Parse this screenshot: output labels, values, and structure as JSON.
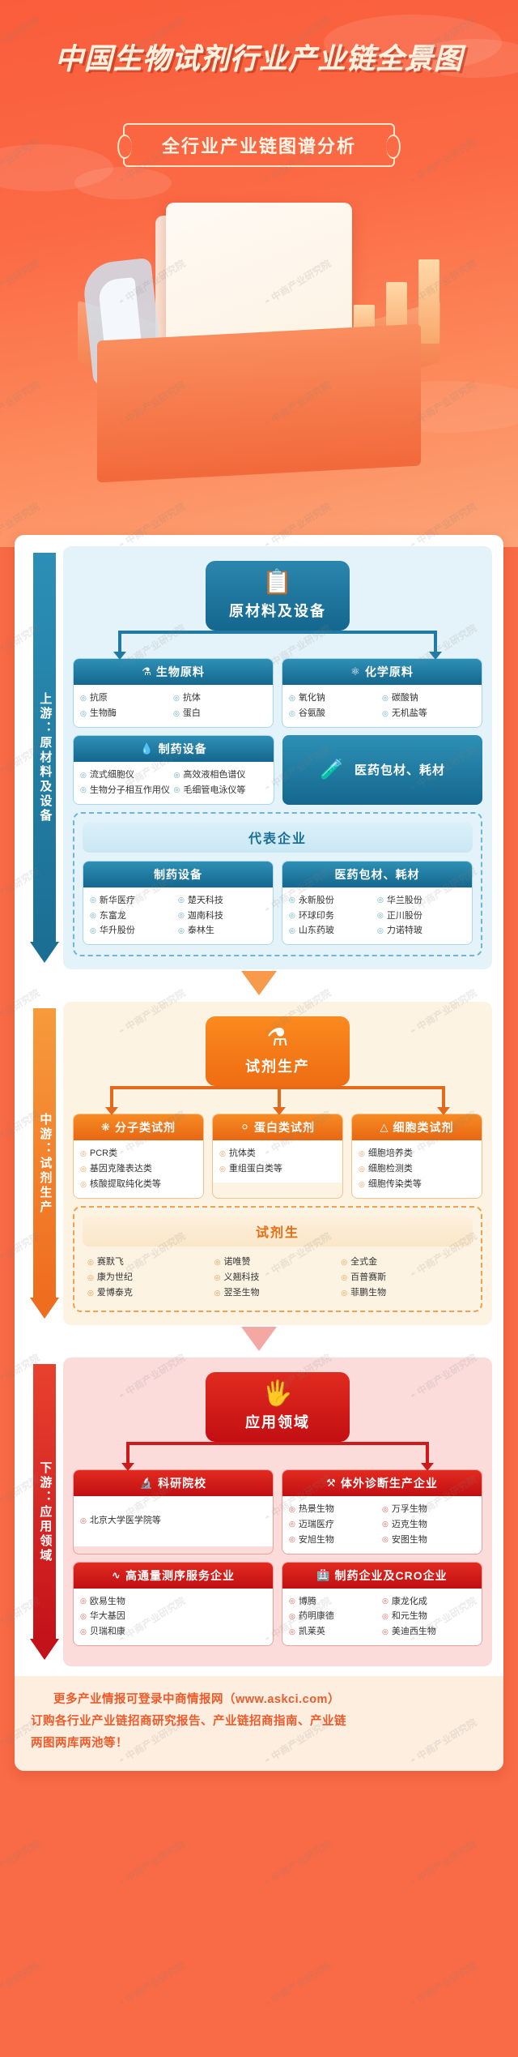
{
  "hero": {
    "title": "中国生物试剂行业产业链全景图",
    "subtitle": "全行业产业链图谱分析"
  },
  "stages": {
    "upstream": {
      "label": "上游：原材料及设备",
      "hub_title": "原材料及设备",
      "hub_icon": "clipboard-icon",
      "cards": [
        {
          "title": "生物原料",
          "icon": "flask-icon",
          "items": [
            "抗原",
            "抗体",
            "生物酶",
            "蛋白"
          ]
        },
        {
          "title": "化学原料",
          "icon": "molecule-icon",
          "items": [
            "氧化钠",
            "碳酸钠",
            "谷氨酸",
            "无机盐等"
          ]
        },
        {
          "title": "制药设备",
          "icon": "droplet-icon",
          "items": [
            "流式细胞仪",
            "高效液相色谱仪",
            "生物分子相互作用仪",
            "毛细管电泳仪等"
          ]
        }
      ],
      "banner": {
        "title": "医药包材、耗材",
        "icon": "vial-icon"
      },
      "rep_title": "代表企业",
      "rep_cards": [
        {
          "title": "制药设备",
          "items": [
            "新华医疗",
            "楚天科技",
            "东富龙",
            "迦南科技",
            "华升股份",
            "泰林生"
          ]
        },
        {
          "title": "医药包材、耗材",
          "items": [
            "永新股份",
            "华兰股份",
            "环球印务",
            "正川股份",
            "山东药玻",
            "力诺特玻"
          ]
        }
      ]
    },
    "midstream": {
      "label": "中游：试剂生产",
      "hub_title": "试剂生产",
      "hub_icon": "beaker-icon",
      "cards": [
        {
          "title": "分子类试剂",
          "icon": "dna-icon",
          "items": [
            "PCR类",
            "基因克隆表达类",
            "核酸提取纯化类等"
          ]
        },
        {
          "title": "蛋白类试剂",
          "icon": "protein-icon",
          "items": [
            "抗体类",
            "重组蛋白类等"
          ]
        },
        {
          "title": "细胞类试剂",
          "icon": "cell-flask-icon",
          "items": [
            "细胞培养类",
            "细胞检测类",
            "细胞传染类等"
          ]
        }
      ],
      "rep_title": "试剂生",
      "rep_items": [
        "赛默飞",
        "诺唯赞",
        "全式金",
        "康为世纪",
        "义翘科技",
        "百普赛斯",
        "爱博泰克",
        "翌圣生物",
        "菲鹏生物"
      ]
    },
    "downstream": {
      "label": "下游：应用领域",
      "hub_title": "应用领域",
      "hub_icon": "hand-app-icon",
      "cards": [
        {
          "title": "科研院校",
          "icon": "microscope-icon",
          "items": [
            "北京大学医学院等"
          ]
        },
        {
          "title": "体外诊断生产企业",
          "icon": "diagnostic-icon",
          "items": [
            "热景生物",
            "万孚生物",
            "迈瑞医疗",
            "迈克生物",
            "安旭生物",
            "安图生物"
          ]
        },
        {
          "title": "高通量测序服务企业",
          "icon": "waveform-icon",
          "items": [
            "欧易生物",
            "华大基因",
            "贝瑞和康"
          ]
        },
        {
          "title": "制药企业及CRO企业",
          "icon": "pill-box-icon",
          "items": [
            "博腾",
            "康龙化成",
            "药明康德",
            "和元生物",
            "凯莱英",
            "美迪西生物"
          ]
        }
      ]
    }
  },
  "footer": {
    "line1": "更多产业情报可登录中商情报网（www.askci.com）",
    "line2": "订购各行业产业链招商研究报告、产业链招商指南、产业链",
    "line3": "两图两库两池等！"
  },
  "watermark": "中商产业研究院",
  "colors": {
    "hero_bg": "#fb6a45",
    "upstream": "#1b6f95",
    "midstream": "#ef6c13",
    "downstream": "#c30f12"
  }
}
